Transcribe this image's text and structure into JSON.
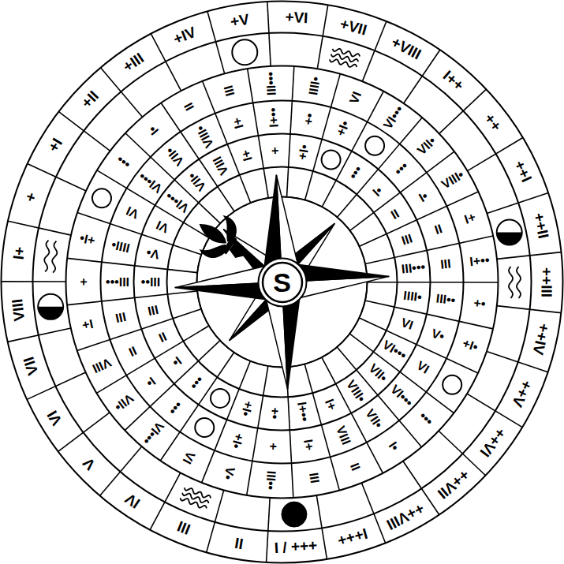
{
  "diagram": {
    "nodes": [
      {
        "text": [
          "S"
        ]
      }
    ],
    "labels": [
      "+++ / I",
      "II",
      "III",
      "IV",
      "V",
      "VI",
      "VII",
      "VIII",
      "I+",
      "+",
      "+I",
      "+II",
      "+III",
      "+IV",
      "+V",
      "+VI",
      "+VII",
      "+VIII",
      "I++",
      "++",
      "++I",
      "++II",
      "++III",
      "++IV",
      "++V",
      "++VI",
      "++VII",
      "++VIII",
      "I+++",
      "III••",
      "V•",
      "VI",
      "VI•••",
      "VII•",
      "VIII",
      "I+",
      "+",
      "+I•",
      "•••",
      "I•",
      "II",
      "III",
      "III•••",
      "IIII•",
      "VI",
      "VI•••",
      "VII•",
      "VIII•",
      "I+",
      "I+••",
      "+•",
      "+I•",
      "•••",
      "I•",
      "II",
      "III",
      "+",
      "+I•",
      "•••",
      "I•",
      "II",
      "III",
      "III•••",
      "IIII•",
      "VI",
      "VI•••",
      "VII•",
      "VIII•",
      "I+",
      "I+••",
      "+•",
      "+I•",
      "•••",
      "I•",
      "II",
      "III",
      "III••",
      "V•",
      "VI",
      "VI•••",
      "VII•",
      "VIII",
      "I+",
      "+•",
      "+I•",
      "•••",
      "I•",
      "II",
      "III",
      "III••",
      "V•",
      "VI",
      "VI•••",
      "VII•",
      "VIII",
      "I+",
      "+",
      "+I•",
      "•••",
      "I•",
      "II",
      "III",
      "III•••",
      "IIII•",
      "VI",
      "VI•••",
      "VII•",
      "VIII•",
      "I+",
      "I+••"
    ]
  }
}
